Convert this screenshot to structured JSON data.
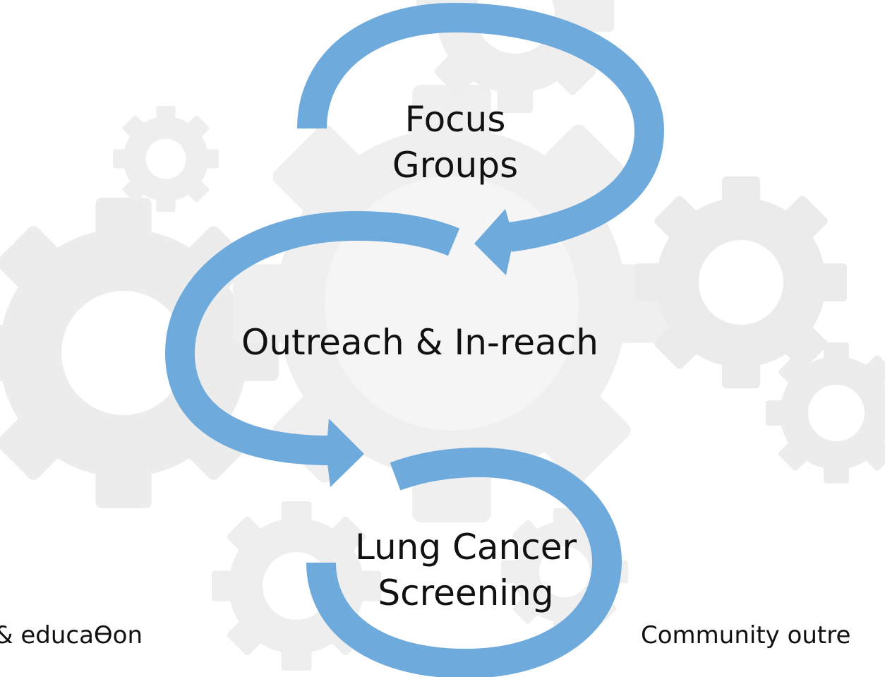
{
  "diagram": {
    "nodes": [
      {
        "id": "focus",
        "lines": [
          "Focus",
          "Groups"
        ]
      },
      {
        "id": "outreach",
        "lines": [
          "Outreach & In-reach"
        ]
      },
      {
        "id": "screening",
        "lines": [
          "Lung Cancer",
          "Screening"
        ]
      }
    ],
    "edges": [
      {
        "from": "focus",
        "to": "outreach"
      },
      {
        "from": "outreach",
        "to": "screening"
      }
    ]
  },
  "side_labels": {
    "left": "& educaƟon",
    "right": "Community outre"
  },
  "colors": {
    "arrow": "#6eaadc",
    "gear": "#e6e6e6",
    "gear_dark": "#dddddd",
    "text": "#111111",
    "background": "#ffffff"
  }
}
